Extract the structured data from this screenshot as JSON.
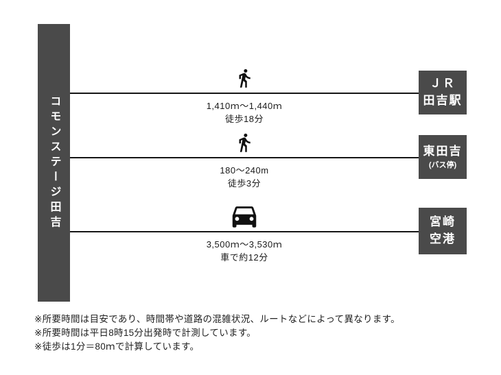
{
  "origin": {
    "label": "コモンステージ田吉"
  },
  "routes": [
    {
      "icon": "walk",
      "distance": "1,410ｍ～1,440ｍ",
      "duration": "徒歩18分",
      "destination": {
        "line1": "ＪＲ",
        "line2": "田吉駅"
      }
    },
    {
      "icon": "walk",
      "distance": "180～240m",
      "duration": "徒歩3分",
      "destination": {
        "line1": "東田吉",
        "line2": "(バス停)"
      }
    },
    {
      "icon": "car",
      "distance": "3,500ｍ～3,530ｍ",
      "duration": "車で約12分",
      "destination": {
        "line1": "宮崎",
        "line2": "空港"
      }
    }
  ],
  "notes": [
    "※所要時間は目安であり、時間帯や道路の混雑状況、ルートなどによって異なります。",
    "※所要時間は平日8時15分出発時で計測しています。",
    "※徒歩は1分＝80ｍで計算しています。"
  ],
  "colors": {
    "box": "#4a4a4a",
    "line": "#151515",
    "text_on_box": "#ffffff"
  }
}
